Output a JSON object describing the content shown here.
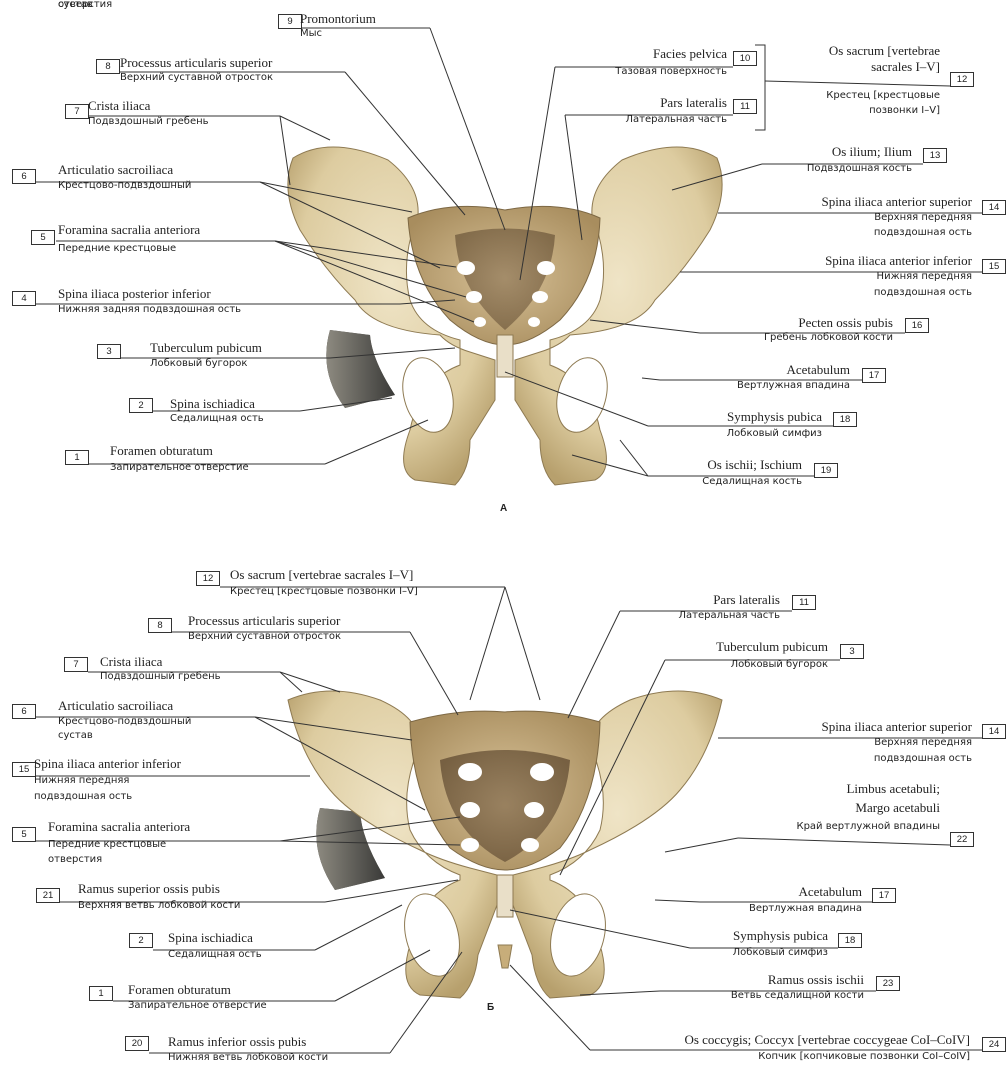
{
  "panels": {
    "a": "А",
    "b": "Б"
  },
  "labels_a": [
    {
      "n": "9",
      "lat": "Promontorium",
      "rus": "Мыс"
    },
    {
      "n": "8",
      "lat": "Processus articularis superior",
      "rus": "Верхний суставной отросток"
    },
    {
      "n": "7",
      "lat": "Crista iliaca",
      "rus": "Подвздошный гребень"
    },
    {
      "n": "6",
      "lat": "Articulatio sacroiliaca",
      "rus": "Крестцово-подвздошный",
      "rus2": "сустав"
    },
    {
      "n": "5",
      "lat": "Foramina sacralia anteriora",
      "rus": "Передние крестцовые",
      "rus2": "отверстия"
    },
    {
      "n": "4",
      "lat": "Spina iliaca posterior inferior",
      "rus": "Нижняя задняя подвздошная ость"
    },
    {
      "n": "3",
      "lat": "Tuberculum pubicum",
      "rus": "Лобковый бугорок"
    },
    {
      "n": "2",
      "lat": "Spina ischiadica",
      "rus": "Седалищная ость"
    },
    {
      "n": "1",
      "lat": "Foramen obturatum",
      "rus": "Запирательное отверстие"
    },
    {
      "n": "10",
      "lat": "Facies pelvica",
      "rus": "Тазовая поверхность"
    },
    {
      "n": "11",
      "lat": "Pars lateralis",
      "rus": "Латеральная часть"
    },
    {
      "n": "12",
      "lat": "Os sacrum [vertebrae",
      "lat2": "sacrales I–V]",
      "rus": "Крестец [крестцовые",
      "rus2": "позвонки I–V]"
    },
    {
      "n": "13",
      "lat": "Os ilium; Ilium",
      "rus": "Подвздошная кость"
    },
    {
      "n": "14",
      "lat": "Spina iliaca anterior superior",
      "rus": "Верхняя передняя",
      "rus2": "подвздошная ость"
    },
    {
      "n": "15",
      "lat": "Spina iliaca anterior inferior",
      "rus": "Нижняя передняя",
      "rus2": "подвздошная ость"
    },
    {
      "n": "16",
      "lat": "Pecten ossis pubis",
      "rus": "Гребень лобковой кости"
    },
    {
      "n": "17",
      "lat": "Acetabulum",
      "rus": "Вертлужная впадина"
    },
    {
      "n": "18",
      "lat": "Symphysis pubica",
      "rus": "Лобковый симфиз"
    },
    {
      "n": "19",
      "lat": "Os ischii; Ischium",
      "rus": "Седалищная кость"
    }
  ],
  "labels_b": [
    {
      "n": "12",
      "lat": "Os sacrum [vertebrae sacrales I–V]",
      "rus": "Крестец [крестцовые позвонки I–V]"
    },
    {
      "n": "8",
      "lat": "Processus articularis superior",
      "rus": "Верхний суставной отросток"
    },
    {
      "n": "7",
      "lat": "Crista iliaca",
      "rus": "Подвздошный гребень"
    },
    {
      "n": "6",
      "lat": "Articulatio sacroiliaca",
      "rus": "Крестцово-подвздошный",
      "rus2": "сустав"
    },
    {
      "n": "15",
      "lat": "Spina iliaca anterior inferior",
      "rus": "Нижняя передняя",
      "rus2": "подвздошная ость"
    },
    {
      "n": "5",
      "lat": "Foramina sacralia anteriora",
      "rus": "Передние крестцовые",
      "rus2": "отверстия"
    },
    {
      "n": "21",
      "lat": "Ramus superior ossis pubis",
      "rus": "Верхняя ветвь лобковой кости"
    },
    {
      "n": "2",
      "lat": "Spina ischiadica",
      "rus": "Седалищная ость"
    },
    {
      "n": "1",
      "lat": "Foramen obturatum",
      "rus": "Запирательное отверстие"
    },
    {
      "n": "20",
      "lat": "Ramus inferior ossis pubis",
      "rus": "Нижняя ветвь лобковой кости"
    },
    {
      "n": "11",
      "lat": "Pars lateralis",
      "rus": "Латеральная часть"
    },
    {
      "n": "3",
      "lat": "Tuberculum pubicum",
      "rus": "Лобковый бугорок"
    },
    {
      "n": "14",
      "lat": "Spina iliaca anterior superior",
      "rus": "Верхняя передняя",
      "rus2": "подвздошная ость"
    },
    {
      "n": "22",
      "lat": "Limbus acetabuli;",
      "lat2": "Margo acetabuli",
      "rus": "Край вертлужной впадины"
    },
    {
      "n": "17",
      "lat": "Acetabulum",
      "rus": "Вертлужная впадина"
    },
    {
      "n": "18",
      "lat": "Symphysis pubica",
      "rus": "Лобковый симфиз"
    },
    {
      "n": "23",
      "lat": "Ramus ossis ischii",
      "rus": "Ветвь седалищной кости"
    },
    {
      "n": "24",
      "lat": "Os coccygis; Coccyx [vertebrae coccygeae CoI–CoIV]",
      "rus": "Копчик [копчиковые позвонки CoI–CoIV]"
    }
  ]
}
